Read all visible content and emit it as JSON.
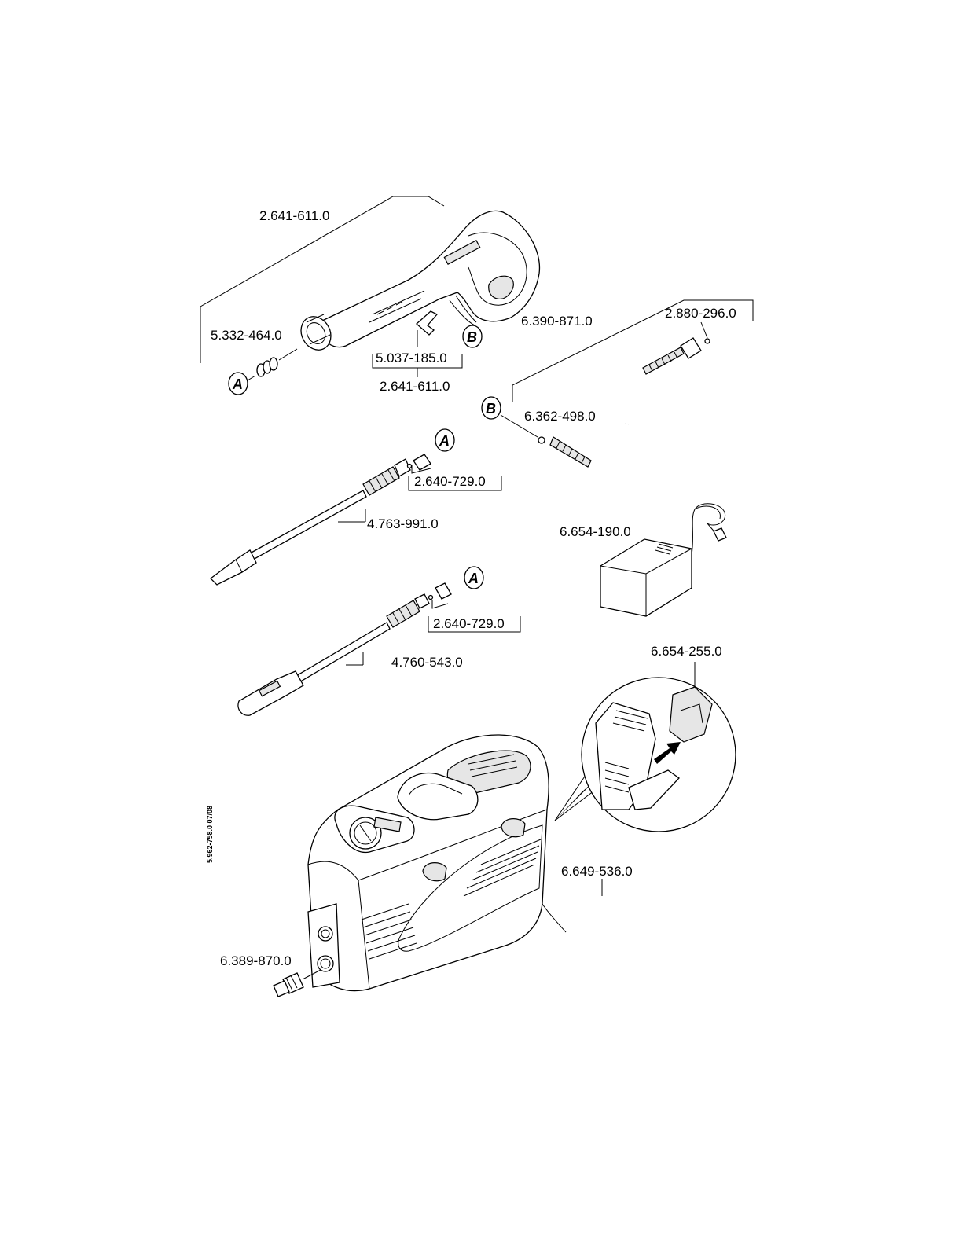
{
  "labels": {
    "gun_top": "2.641-611.0",
    "swivel_nut": "5.332-464.0",
    "trigger_lock": "5.037-185.0",
    "gun_bottom": "2.641-611.0",
    "hose": "6.390-871.0",
    "hose_oring": "2.880-296.0",
    "hose_connector_oring": "6.362-498.0",
    "nozzle_set_1": "2.640-729.0",
    "lance_1": "4.763-991.0",
    "charger": "6.654-190.0",
    "nozzle_set_2": "2.640-729.0",
    "lance_2": "4.760-543.0",
    "battery": "6.654-255.0",
    "cord": "6.649-536.0",
    "coupling": "6.389-870.0"
  },
  "markers": {
    "a": "A",
    "b": "B"
  },
  "doc_number": "5.962-758.0  07/08"
}
